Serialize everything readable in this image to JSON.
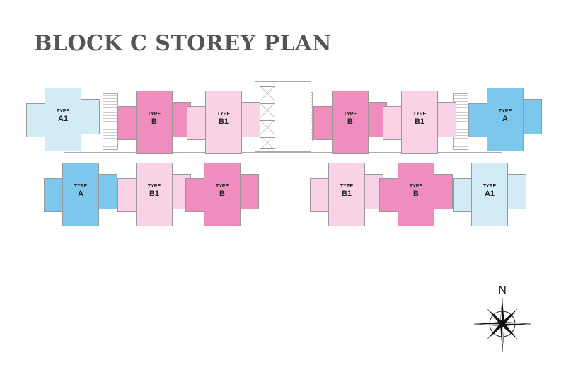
{
  "title": "BLOCK C STOREY PLAN",
  "colors": {
    "A1": "#d3eaf7",
    "A": "#7cc8ec",
    "B": "#ee8dbe",
    "B1": "#f9d2e5"
  },
  "unit_word": "TYPE",
  "units": [
    {
      "row": "top",
      "type": "A1"
    },
    {
      "row": "top",
      "type": "B"
    },
    {
      "row": "top",
      "type": "B1"
    },
    {
      "row": "top",
      "type": "B"
    },
    {
      "row": "top",
      "type": "B1"
    },
    {
      "row": "top",
      "type": "A"
    },
    {
      "row": "bottom",
      "type": "A"
    },
    {
      "row": "bottom",
      "type": "B1"
    },
    {
      "row": "bottom",
      "type": "B"
    },
    {
      "row": "bottom",
      "type": "B1"
    },
    {
      "row": "bottom",
      "type": "B"
    },
    {
      "row": "bottom",
      "type": "A1"
    }
  ],
  "compass": {
    "label": "N",
    "icon": "compass-rose-icon"
  }
}
